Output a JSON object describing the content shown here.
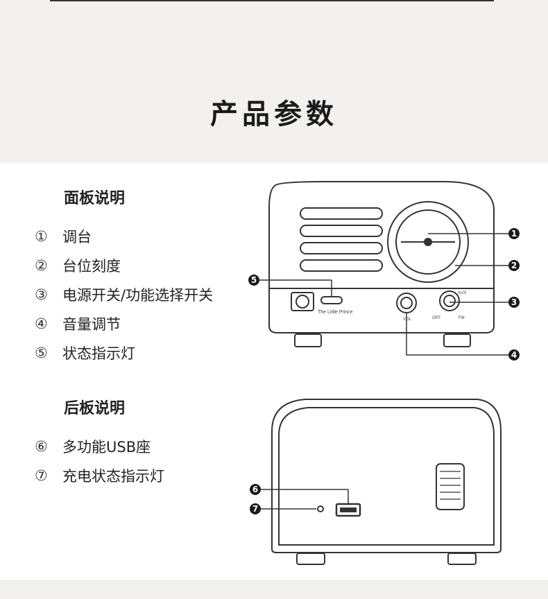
{
  "title": "产品参数",
  "front_panel": {
    "heading": "面板说明",
    "items": [
      {
        "num": "①",
        "text": "调台"
      },
      {
        "num": "②",
        "text": "台位刻度"
      },
      {
        "num": "③",
        "text": "电源开关/功能选择开关"
      },
      {
        "num": "④",
        "text": "音量调节"
      },
      {
        "num": "⑤",
        "text": "状态指示灯"
      }
    ]
  },
  "back_panel": {
    "heading": "后板说明",
    "items": [
      {
        "num": "⑥",
        "text": "多功能USB座"
      },
      {
        "num": "⑦",
        "text": "充电状态指示灯"
      }
    ]
  },
  "front_diagram": {
    "brand": "The Little Prince",
    "vol_label": "VOL",
    "off_label": "OFF",
    "fm_label": "FM",
    "aux_label": "AUX",
    "callouts": [
      "1",
      "2",
      "3",
      "4",
      "5"
    ]
  },
  "back_diagram": {
    "callouts": [
      "6",
      "7"
    ]
  },
  "colors": {
    "background_band": "#f2f1f0",
    "line": "#333333"
  }
}
